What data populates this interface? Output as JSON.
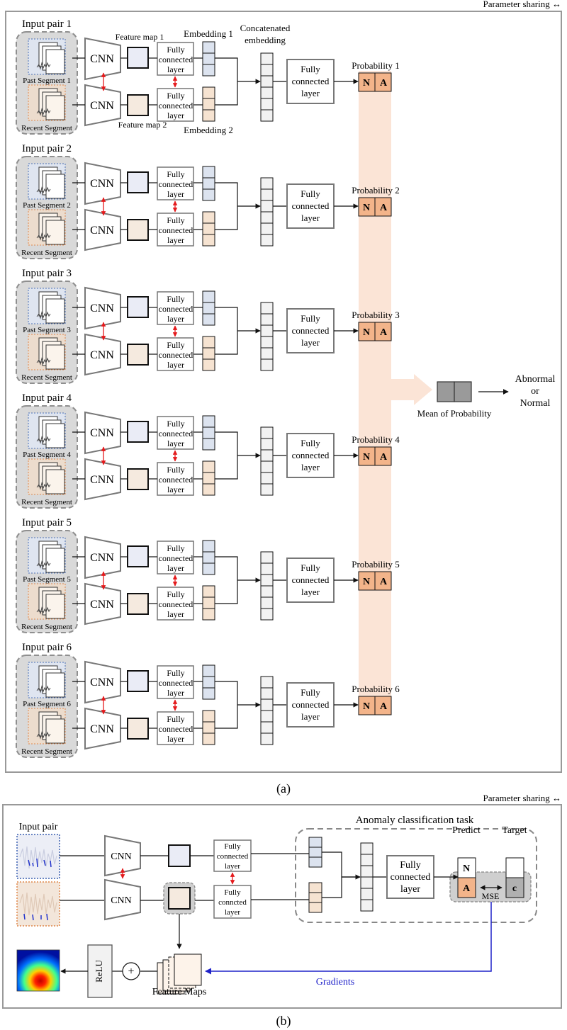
{
  "colors": {
    "frame": "#999999",
    "input_group_bg": "#d9d9d9",
    "past_bg": "#dfe5f0",
    "past_border": "#4a6fb5",
    "recent_bg": "#ecdccd",
    "recent_border": "#e0874a",
    "feature_past": "#eaecf6",
    "feature_recent": "#f5eadf",
    "embed_past": "#dce3ef",
    "embed_recent": "#f6e3d1",
    "concat": "#f2f2f2",
    "prob": "#f3b48a",
    "band": "#fbe4d6",
    "mean": "#9a9a9a",
    "param_arrow": "#e41a1c",
    "gradient": "#1f22c9",
    "text": "#111111"
  },
  "panel_a": {
    "param_sharing": "Parameter sharing ↔",
    "caption": "(a)",
    "labels": {
      "feature_map_1": "Feature map 1",
      "feature_map_2": "Feature map 2",
      "embedding_1": "Embedding 1",
      "embedding_2": "Embedding 2",
      "concat_line1": "Concatenated",
      "concat_line2": "embedding",
      "cnn": "CNN",
      "fc_line1": "Fully",
      "fc_line2": "connected",
      "fc_line3": "layer",
      "big_fc_line1": "Fully",
      "big_fc_line2": "connected",
      "big_fc_line3": "layer",
      "prob_n": "N",
      "prob_a": "A"
    },
    "pairs": [
      {
        "title": "Input pair 1",
        "past": "Past Segment 1",
        "recent": "Recent Segment",
        "prob": "Probability 1"
      },
      {
        "title": "Input pair 2",
        "past": "Past Segment 2",
        "recent": "Recent Segment",
        "prob": "Probability 2"
      },
      {
        "title": "Input pair 3",
        "past": "Past Segment 3",
        "recent": "Recent Segment",
        "prob": "Probability 3"
      },
      {
        "title": "Input pair 4",
        "past": "Past Segment 4",
        "recent": "Recent Segment",
        "prob": "Probability 4"
      },
      {
        "title": "Input pair 5",
        "past": "Past Segment 5",
        "recent": "Recent Segment",
        "prob": "Probability 5"
      },
      {
        "title": "Input pair 6",
        "past": "Past Segment 6",
        "recent": "Recent Segment",
        "prob": "Probability 6"
      }
    ],
    "mean_label": "Mean of Probability",
    "output": [
      "Abnormal",
      "or",
      "Normal"
    ]
  },
  "panel_b": {
    "param_sharing": "Parameter sharing ↔",
    "caption": "(b)",
    "input_pair": "Input pair",
    "cnn": "CNN",
    "fc_top": [
      "Fully",
      "connected",
      "layer"
    ],
    "fc_bottom": [
      "Fully",
      "conncted",
      "layer"
    ],
    "task_title": "Anomaly classification task",
    "big_fc": [
      "Fully",
      "connected",
      "layer"
    ],
    "predict": "Predict",
    "target": "Target",
    "predict_n": "N",
    "predict_a": "A",
    "target_c": "c",
    "mse": "MSE",
    "relu": "ReLU",
    "plus": "+",
    "feature_maps": "Feature Maps",
    "gradients": "Gradients"
  }
}
